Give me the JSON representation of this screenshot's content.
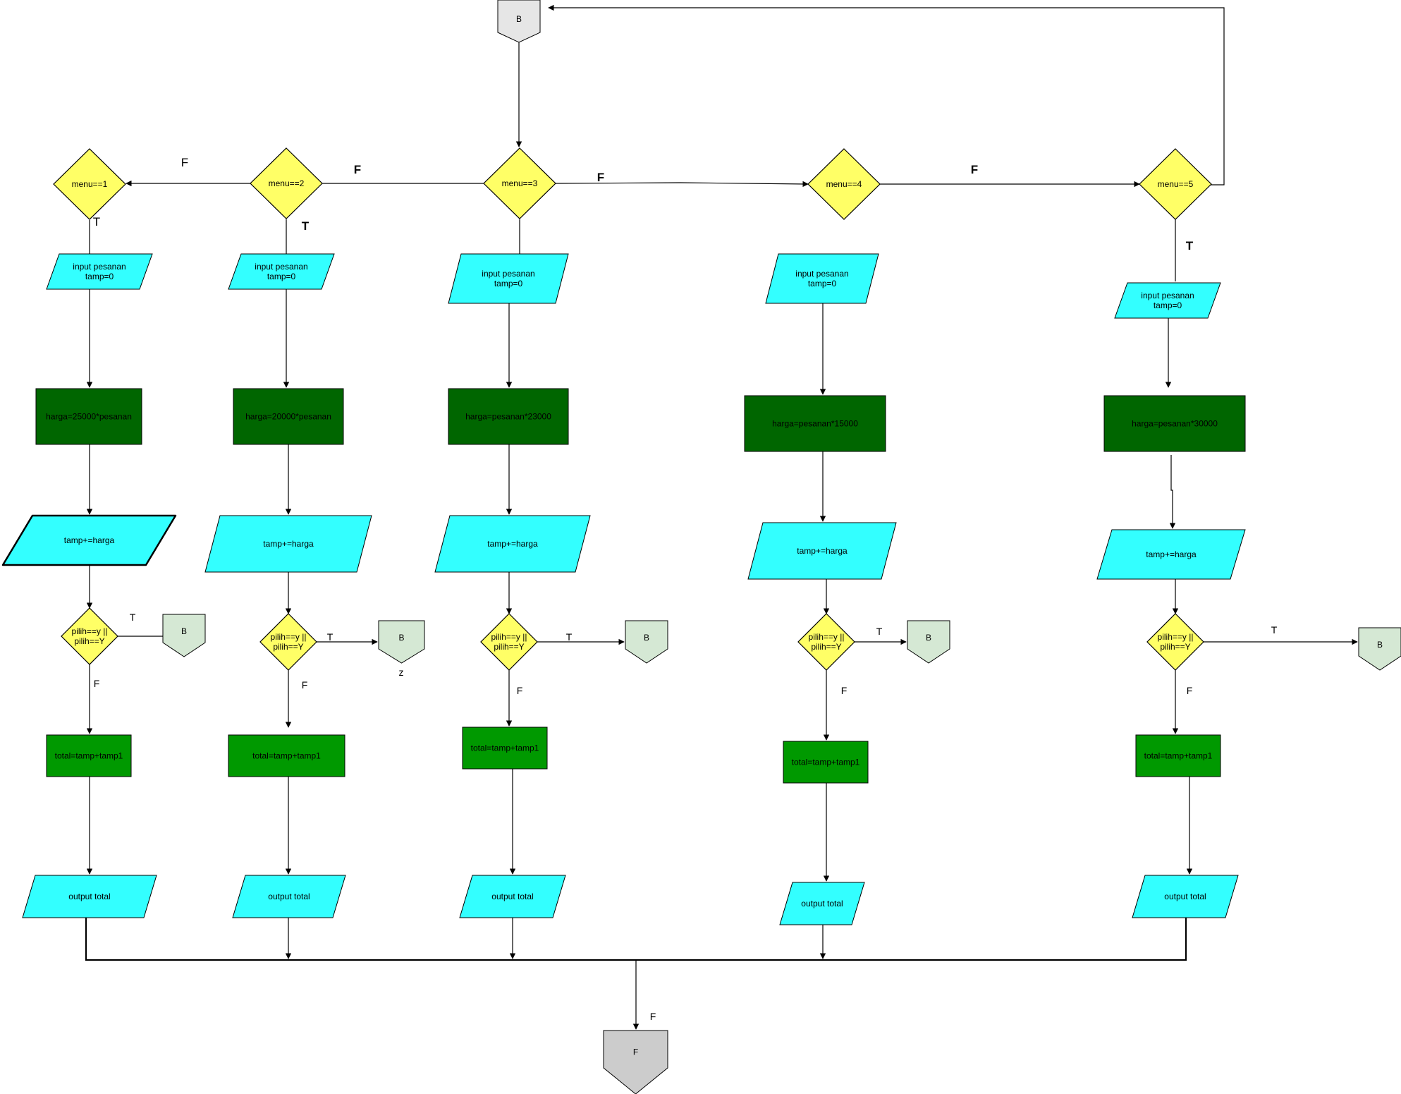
{
  "connector_label": "B",
  "end_label": "F",
  "note_z": "z",
  "edge_true": "T",
  "edge_false": "F",
  "colors": {
    "decision": "#ffff66",
    "io": "#33ffff",
    "process_dark": "#006600",
    "process_mid": "#009900",
    "connector_green": "#d5e8d4",
    "connector_grey": "#e6e6e6",
    "end_grey": "#cccccc"
  },
  "columns": [
    {
      "decision": "menu==1",
      "input": "input pesanan\ntamp=0",
      "calc": "harga=25000*pesanan",
      "accum": "tamp+=harga",
      "loop": "pilih==y ||\npilih==Y",
      "total": "total=tamp+tamp1",
      "output": "output total"
    },
    {
      "decision": "menu==2",
      "input": "input pesanan\ntamp=0",
      "calc": "harga=20000*pesanan",
      "accum": "tamp+=harga",
      "loop": "pilih==y ||\npilih==Y",
      "total": "total=tamp+tamp1",
      "output": "output total"
    },
    {
      "decision": "menu==3",
      "input": "input pesanan\ntamp=0",
      "calc": "harga=pesanan*23000",
      "accum": "tamp+=harga",
      "loop": "pilih==y ||\npilih==Y",
      "total": "total=tamp+tamp1",
      "output": "output total"
    },
    {
      "decision": "menu==4",
      "input": "input pesanan\ntamp=0",
      "calc": "harga=pesanan*15000",
      "accum": "tamp+=harga",
      "loop": "pilih==y ||\npilih==Y",
      "total": "total=tamp+tamp1",
      "output": "output total"
    },
    {
      "decision": "menu==5",
      "input": "input pesanan\ntamp=0",
      "calc": "harga=pesanan*30000",
      "accum": "tamp+=harga",
      "loop": "pilih==y ||\npilih==Y",
      "total": "total=tamp+tamp1",
      "output": "output total"
    }
  ]
}
